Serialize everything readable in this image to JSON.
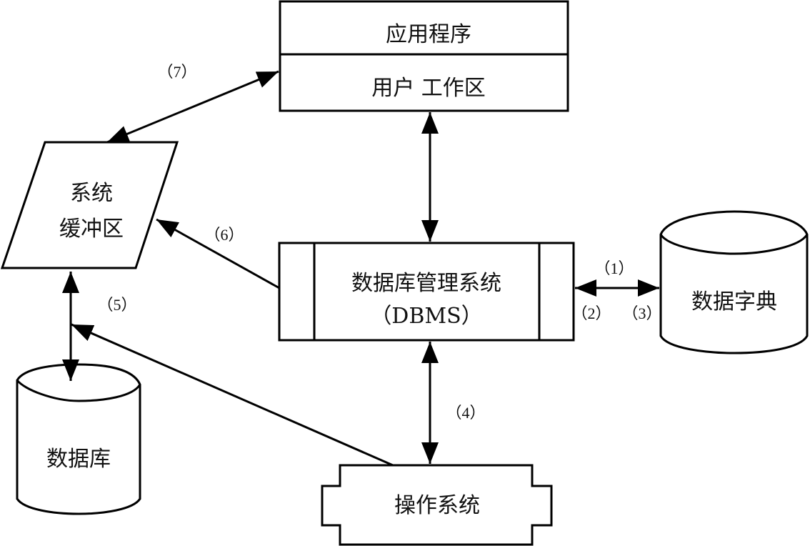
{
  "diagram": {
    "nodes": {
      "app_program": {
        "label": "应用程序"
      },
      "user_workspace": {
        "label": "用户 工作区"
      },
      "system_buffer": {
        "line1": "系统",
        "line2": "缓冲区"
      },
      "dbms": {
        "line1": "数据库管理系统",
        "line2": "（DBMS）"
      },
      "data_dictionary": {
        "label": "数据字典"
      },
      "database": {
        "label": "数据库"
      },
      "operating_system": {
        "label": "操作系统"
      }
    },
    "edge_labels": {
      "e1": "（1）",
      "e2": "（2）",
      "e3": "（3）",
      "e4": "（4）",
      "e5": "（5）",
      "e6": "（6）",
      "e7": "（7）"
    },
    "edges": [
      {
        "from": "user_workspace",
        "to": "system_buffer",
        "direction": "both",
        "label": "（7）"
      },
      {
        "from": "user_workspace",
        "to": "dbms",
        "direction": "both"
      },
      {
        "from": "dbms",
        "to": "system_buffer",
        "direction": "forward",
        "label": "（6）"
      },
      {
        "from": "dbms",
        "to": "data_dictionary",
        "direction": "both",
        "labels": [
          "（1）",
          "（2）",
          "（3）"
        ]
      },
      {
        "from": "dbms",
        "to": "operating_system",
        "direction": "both",
        "label": "（4）"
      },
      {
        "from": "system_buffer",
        "to": "database",
        "direction": "both",
        "label": "（5）"
      },
      {
        "from": "operating_system",
        "to": "system_buffer-database-link",
        "direction": "forward"
      }
    ],
    "colors": {
      "stroke": "#000000",
      "fill": "#ffffff",
      "text": "#111111"
    }
  }
}
